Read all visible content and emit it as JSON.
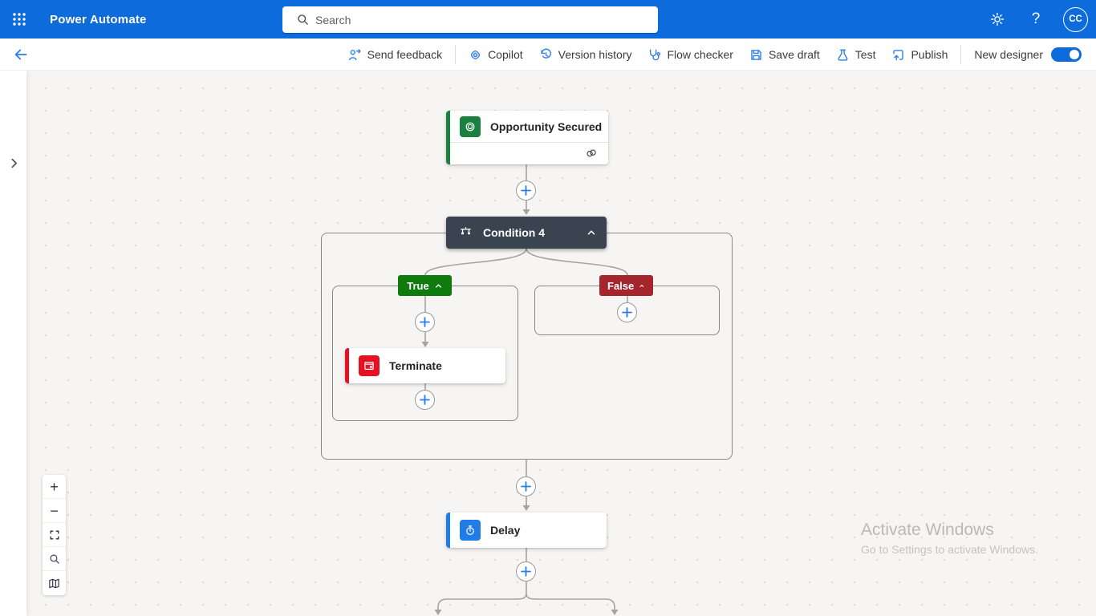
{
  "header": {
    "app_title": "Power Automate",
    "search_placeholder": "Search",
    "help_label": "?",
    "avatar_initials": "CC",
    "icons": [
      "waffle-icon",
      "search-icon",
      "gear-icon",
      "help-icon",
      "avatar"
    ]
  },
  "toolbar": {
    "send_feedback": "Send feedback",
    "copilot": "Copilot",
    "version_history": "Version history",
    "flow_checker": "Flow checker",
    "save_draft": "Save draft",
    "test": "Test",
    "publish": "Publish",
    "new_designer": "New designer",
    "new_designer_on": true,
    "icons": [
      "back-arrow-icon",
      "feedback-icon",
      "copilot-icon",
      "history-icon",
      "stethoscope-icon",
      "save-icon",
      "flask-icon",
      "publish-icon",
      "toggle-switch"
    ]
  },
  "flow": {
    "trigger": {
      "title": "Opportunity Secured",
      "icon": "dataverse-icon"
    },
    "condition": {
      "title": "Condition 4",
      "icon": "condition-scale-icon"
    },
    "true_branch": {
      "label": "True"
    },
    "false_branch": {
      "label": "False"
    },
    "terminate": {
      "title": "Terminate",
      "icon": "terminate-icon"
    },
    "delay": {
      "title": "Delay",
      "icon": "timer-icon"
    }
  },
  "zoom_controls": {
    "icons": [
      "zoom-in-icon",
      "zoom-out-icon",
      "fit-view-icon",
      "zoom-search-icon",
      "minimap-icon"
    ],
    "zoom_in_glyph": "+",
    "zoom_out_glyph": "−"
  },
  "colors": {
    "brand_blue": "#0d6bdb",
    "toolbar_icon_blue": "#2b7de9",
    "trigger_green": "#19813d",
    "condition_dark": "#3a4350",
    "true_green": "#0f7b0f",
    "false_red": "#a4262c",
    "terminate_red": "#e81123",
    "delay_blue": "#1f7ce8",
    "connector_gray": "#a6a4a2"
  },
  "watermark": {
    "line1": "Activate Windows",
    "line2": "Go to Settings to activate Windows."
  }
}
